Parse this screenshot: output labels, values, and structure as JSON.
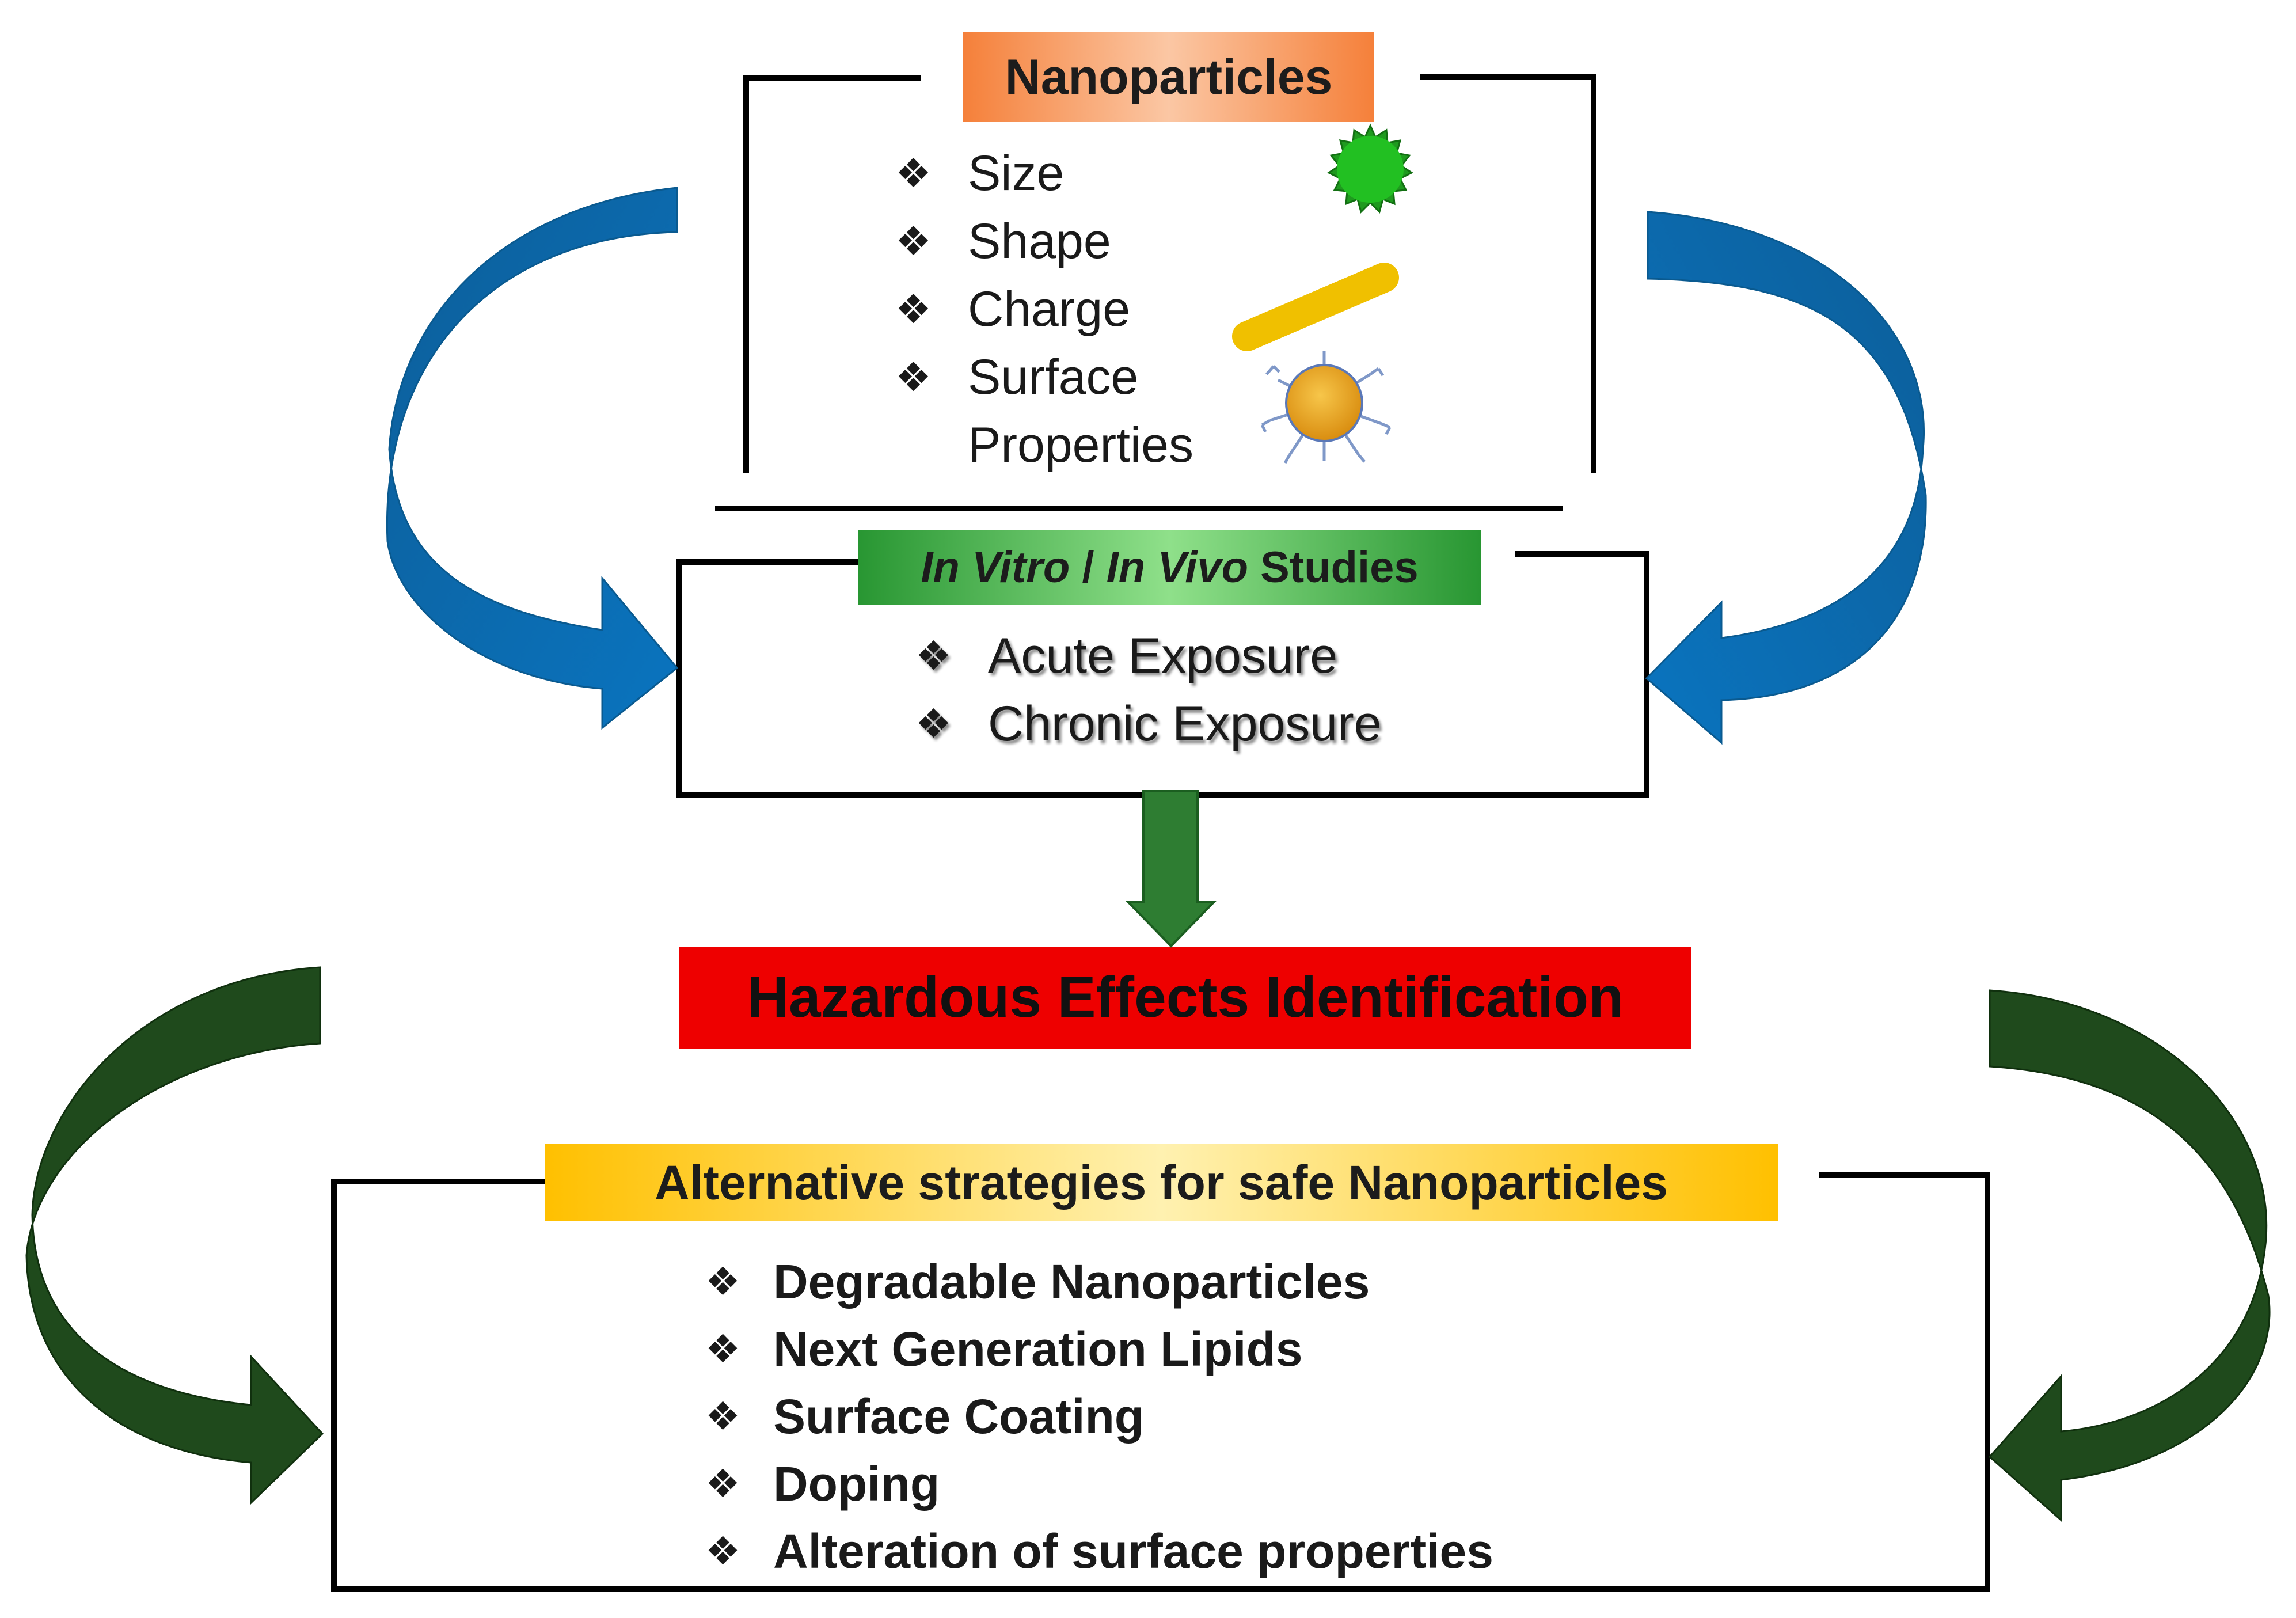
{
  "nanoparticles": {
    "title": "Nanoparticles",
    "items": [
      "Size",
      "Shape",
      "Charge",
      "Surface",
      "Properties"
    ]
  },
  "studies": {
    "title_italic_1": "In Vitro",
    "title_sep": " / ",
    "title_italic_2": "In Vivo",
    "title_rest": " Studies",
    "items": [
      "Acute Exposure",
      "Chronic Exposure"
    ]
  },
  "hazard": {
    "title": "Hazardous Effects Identification"
  },
  "alternatives": {
    "title": "Alternative strategies for safe Nanoparticles",
    "items": [
      "Degradable Nanoparticles",
      "Next Generation Lipids",
      "Surface Coating",
      "Doping",
      "Alteration of surface properties"
    ]
  },
  "bullet_glyph": "❖",
  "colors": {
    "np_title_bg": "#f6a36a",
    "study_title_bg": "#2f9a3e",
    "hazard_bg": "#ee0000",
    "alt_title_bg": "#ffc000",
    "blue_arrow": "#0070b8",
    "green_arrow": "#1e4d1a",
    "down_arrow": "#2e7d32",
    "np_icon_green": "#22c022",
    "np_icon_rod": "#f0c000",
    "np_icon_core": "#f0b020"
  },
  "icons": [
    "spiky-sphere-icon",
    "nanorod-icon",
    "coated-nanoparticle-icon"
  ]
}
